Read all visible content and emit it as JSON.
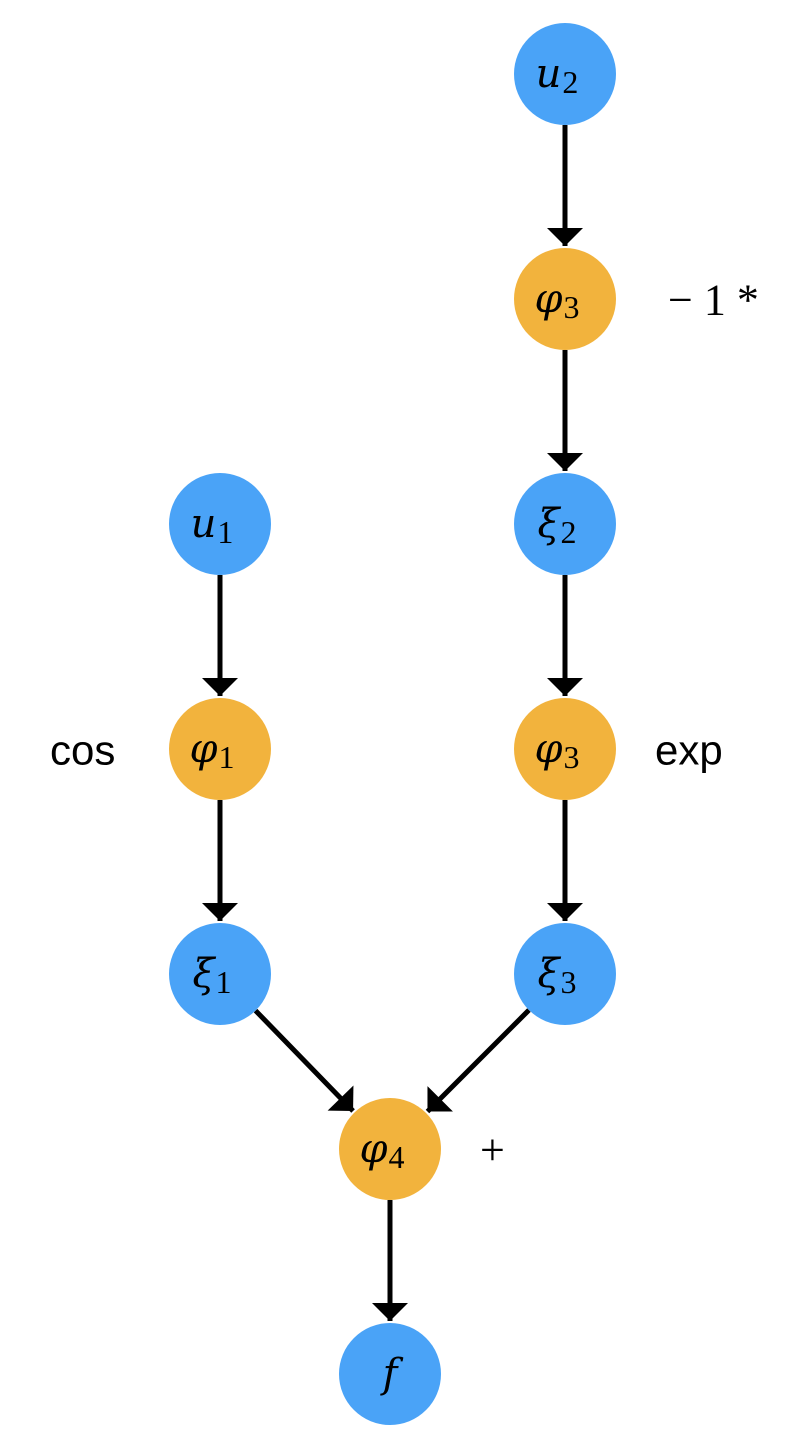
{
  "colors": {
    "variable_node": "#4aa3f7",
    "operation_node": "#f2b33d",
    "edge": "#000000"
  },
  "nodes": {
    "u2": {
      "symbol": "u",
      "subscript": "2",
      "kind": "variable"
    },
    "phi3a": {
      "symbol": "φ",
      "subscript": "3",
      "kind": "operation",
      "label": "− 1 *"
    },
    "xi2": {
      "symbol": "ξ",
      "subscript": "2",
      "kind": "variable"
    },
    "phi3b": {
      "symbol": "φ",
      "subscript": "3",
      "kind": "operation",
      "label": "exp"
    },
    "xi3": {
      "symbol": "ξ",
      "subscript": "3",
      "kind": "variable"
    },
    "u1": {
      "symbol": "u",
      "subscript": "1",
      "kind": "variable"
    },
    "phi1": {
      "symbol": "φ",
      "subscript": "1",
      "kind": "operation",
      "label": "cos"
    },
    "xi1": {
      "symbol": "ξ",
      "subscript": "1",
      "kind": "variable"
    },
    "phi4": {
      "symbol": "φ",
      "subscript": "4",
      "kind": "operation",
      "label": "+"
    },
    "f": {
      "symbol": "f",
      "subscript": "",
      "kind": "variable"
    }
  },
  "edges": [
    {
      "from": "u2",
      "to": "phi3a"
    },
    {
      "from": "phi3a",
      "to": "xi2"
    },
    {
      "from": "xi2",
      "to": "phi3b"
    },
    {
      "from": "phi3b",
      "to": "xi3"
    },
    {
      "from": "u1",
      "to": "phi1"
    },
    {
      "from": "phi1",
      "to": "xi1"
    },
    {
      "from": "xi1",
      "to": "phi4"
    },
    {
      "from": "xi3",
      "to": "phi4"
    },
    {
      "from": "phi4",
      "to": "f"
    }
  ]
}
